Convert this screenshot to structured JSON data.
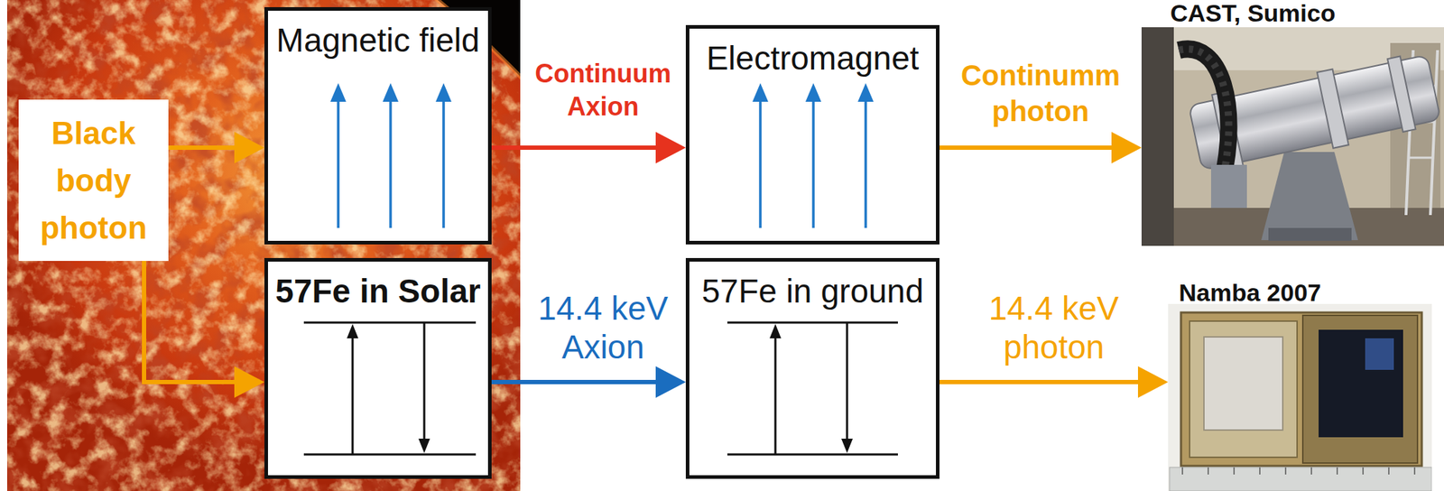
{
  "diagram": {
    "nodes": [
      {
        "text": [
          "Black body photon"
        ]
      },
      {
        "text": [
          "Magnetic field"
        ]
      },
      {
        "text": [
          "57Fe in Solar"
        ]
      },
      {
        "text": [
          "Electromagnet"
        ]
      },
      {
        "text": [
          "57Fe in ground"
        ]
      },
      {
        "text": [
          "CAST, Sumico"
        ]
      },
      {
        "text": [
          "Namba 2007"
        ]
      }
    ],
    "edges": [
      {
        "from": 0,
        "to": 1,
        "arrow": "to"
      },
      {
        "from": 0,
        "to": 2,
        "arrow": "to"
      },
      {
        "from": 1,
        "to": 3,
        "label": "Continuum Axion",
        "arrow": "to"
      },
      {
        "from": 2,
        "to": 4,
        "label": "14.4 keV Axion",
        "arrow": "to"
      },
      {
        "from": 3,
        "to": 5,
        "label": "Continumm photon",
        "arrow": "to"
      },
      {
        "from": 4,
        "to": 6,
        "label": "14.4 keV photon",
        "arrow": "to"
      }
    ]
  }
}
